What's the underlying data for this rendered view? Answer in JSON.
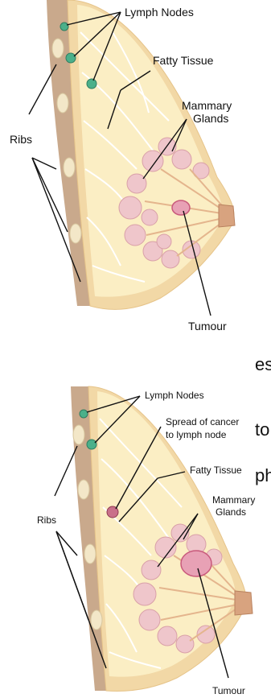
{
  "top_panel": {
    "labels": {
      "lymph_nodes": "Lymph Nodes",
      "fatty_tissue": "Fatty Tissue",
      "mammary_line1": "Mammary",
      "mammary_line2": "Glands",
      "ribs": "Ribs",
      "tumour": "Tumour"
    }
  },
  "stray_text": [
    "es",
    "to",
    "ph"
  ],
  "bottom_panel": {
    "labels": {
      "lymph_nodes": "Lymph Nodes",
      "spread_line1": "Spread of cancer",
      "spread_line2": "to lymph node",
      "fatty_tissue": "Fatty Tissue",
      "mammary_line1": "Mammary",
      "mammary_line2": "Glands",
      "ribs": "Ribs",
      "tumour": "Tumour"
    }
  },
  "colors": {
    "skin": "#f2d8a6",
    "fat": "#fbeec4",
    "chest_wall": "#c9a98c",
    "rib": "#f3e7c8",
    "lymph_node": "#4bb08a",
    "gland": "#efc6cb",
    "tumour": "#e8a1b5",
    "nipple": "#d8a37f",
    "septa": "#ffffff"
  }
}
